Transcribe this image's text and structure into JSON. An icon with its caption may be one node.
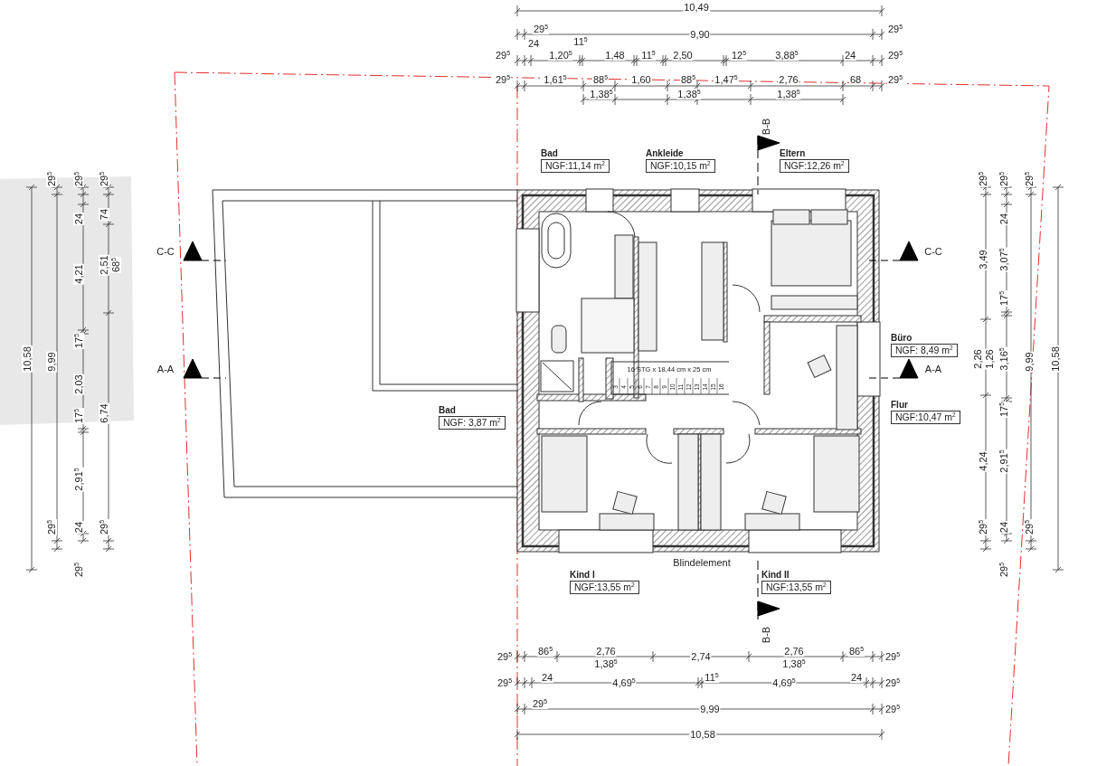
{
  "diagram": {
    "nodes": [
      {
        "text": [
          "Bad",
          "NGF:11,14 m$^{2}$"
        ]
      },
      {
        "text": [
          "Ankleide",
          "NGF:10,15 m$^{2}$"
        ]
      },
      {
        "text": [
          "Eltern",
          "NGF:12,26 m$^{2}$"
        ]
      },
      {
        "text": [
          "Büro",
          "NGF: 8,49 m$^{2}$"
        ]
      },
      {
        "text": [
          "Bad",
          "NGF: 3,87 m$^{2}$"
        ]
      },
      {
        "text": [
          "Flur",
          "NGF:10,47 m$^{2}$"
        ]
      },
      {
        "text": [
          "Kind I",
          "NGF:13,55 m$^{2}$"
        ]
      },
      {
        "text": [
          "Kind II",
          "NGF:13,55 m$^{2}$"
        ]
      }
    ],
    "labels": [
      "10,49",
      "29$^{5}$",
      "9,90",
      "29$^{5}$",
      "24",
      "11$^{5}$",
      "29$^{5}$",
      "1,20$^{5}$",
      "1,48",
      "11$^{5}$",
      "2,50",
      "12$^{5}$",
      "3,88$^{5}$",
      "24",
      "29$^{5}$",
      "29$^{5}$",
      "1,61$^{5}$",
      "88$^{5}$",
      "1,60",
      "88$^{5}$",
      "1,47$^{5}$",
      "2,76",
      "68",
      "29$^{5}$",
      "1,38$^{5}$",
      "1,38$^{5}$",
      "1,38$^{5}$",
      "B-B",
      "C-C",
      "C-C",
      "A-A",
      "A-A",
      "29$^{5}$",
      "29$^{5}$",
      "29$^{5}$",
      "24",
      "74",
      "4,21",
      "2,51",
      "68$^{5}$",
      "17$^{5}$",
      "10,58",
      "9,99",
      "2,03",
      "17$^{5}$",
      "6,74",
      "2,91$^{5}$",
      "29$^{5}$",
      "24",
      "29$^{5}$",
      "29$^{5}$",
      "29$^{5}$",
      "29$^{5}$",
      "29$^{5}$",
      "24",
      "3,49",
      "3,07$^{5}$",
      "17$^{5}$",
      "2,26",
      "1,26",
      "3,16$^{5}$",
      "9,99",
      "10,58",
      "17$^{5}$",
      "4,24",
      "2,91$^{5}$",
      "29$^{5}$",
      "24",
      "29$^{5}$",
      "29$^{5}$",
      "16 STG x 18,44 cm x 25 cm",
      "3",
      "4",
      "5",
      "6",
      "7",
      "8",
      "9",
      "10",
      "11",
      "12",
      "13",
      "14",
      "15",
      "16",
      "Blindelement",
      "B-B",
      "29$^{5}$",
      "86$^{5}$",
      "2,76",
      "2,74",
      "2,76",
      "86$^{5}$",
      "29$^{5}$",
      "1,38$^{5}$",
      "1,38$^{5}$",
      "29$^{5}$",
      "24",
      "4,69$^{5}$",
      "11$^{5}$",
      "4,69$^{5}$",
      "24",
      "29$^{5}$",
      "29$^{5}$",
      "9,99",
      "29$^{5}$",
      "10,58"
    ]
  }
}
